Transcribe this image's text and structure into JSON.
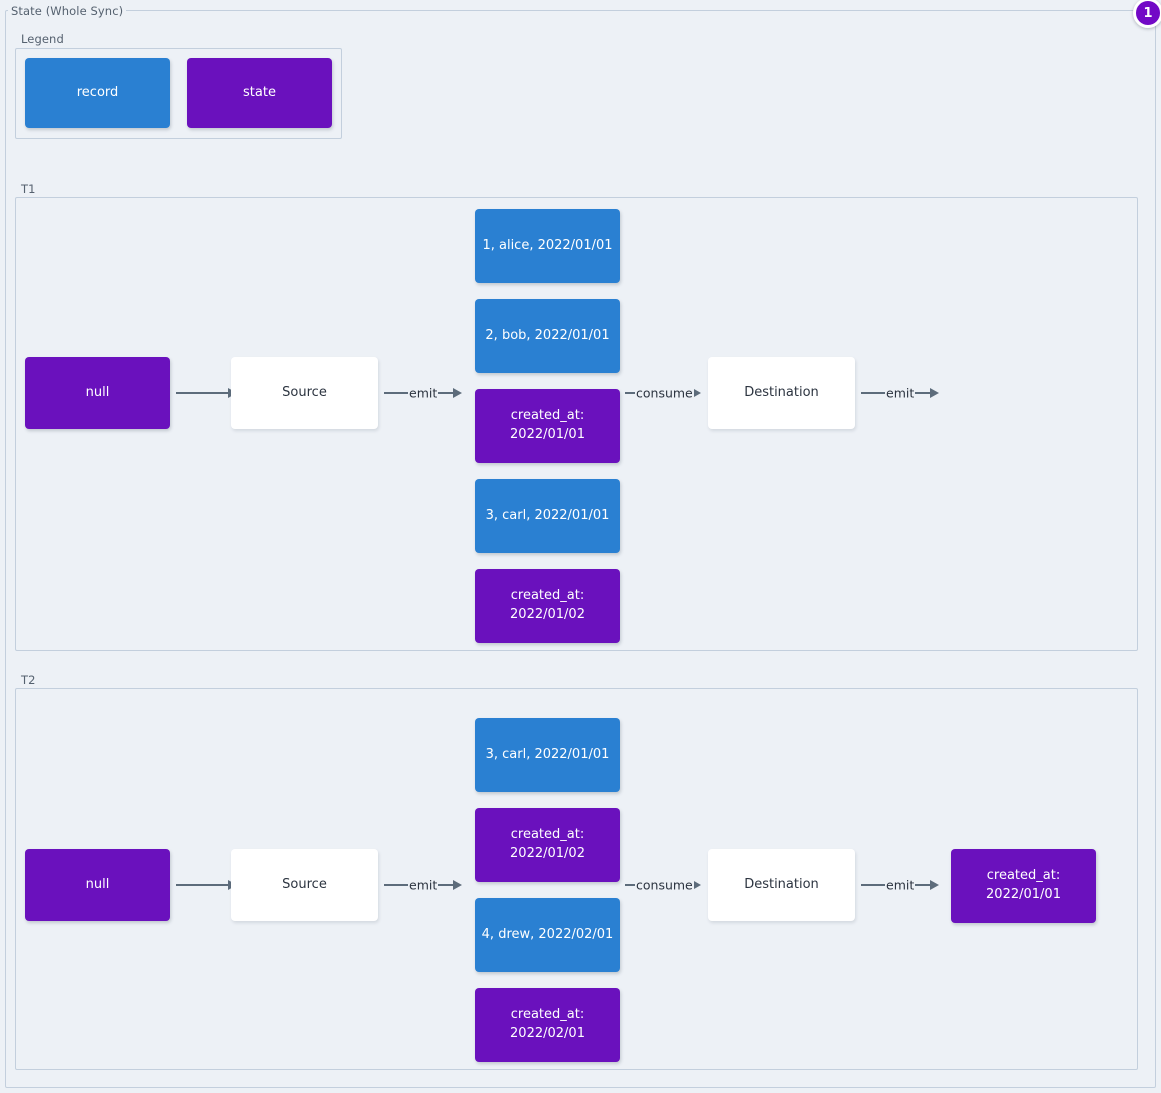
{
  "title": "State (Whole Sync)",
  "badge": {
    "count": "1"
  },
  "legend": {
    "label": "Legend",
    "items": [
      {
        "name": "record",
        "color": "#2a80d2"
      },
      {
        "name": "state",
        "color": "#6a11bd"
      }
    ]
  },
  "colors": {
    "record": "#2a80d2",
    "state": "#6a11bd",
    "background": "#edf1f6",
    "border": "#c3cfdd",
    "edge": "#5d6c7b",
    "text_dark": "#2c3440",
    "badge": "#7209c6"
  },
  "groups": [
    {
      "label": "T1",
      "start_state": "null",
      "source": "Source",
      "destination": "Destination",
      "edges": {
        "start_to_source": "",
        "emit": "emit",
        "consume": "consume",
        "out": "emit"
      },
      "stream": [
        {
          "kind": "record",
          "text": "1, alice, 2022/01/01"
        },
        {
          "kind": "record",
          "text": "2, bob, 2022/01/01"
        },
        {
          "kind": "state",
          "text": "created_at:\n2022/01/01"
        },
        {
          "kind": "record",
          "text": "3, carl, 2022/01/01"
        },
        {
          "kind": "state",
          "text": "created_at:\n2022/01/02"
        }
      ],
      "output": null
    },
    {
      "label": "T2",
      "start_state": "null",
      "source": "Source",
      "destination": "Destination",
      "edges": {
        "start_to_source": "",
        "emit": "emit",
        "consume": "consume",
        "out": "emit"
      },
      "stream": [
        {
          "kind": "record",
          "text": "3, carl, 2022/01/01"
        },
        {
          "kind": "state",
          "text": "created_at:\n2022/01/02"
        },
        {
          "kind": "record",
          "text": "4, drew, 2022/02/01"
        },
        {
          "kind": "state",
          "text": "created_at:\n2022/02/01"
        }
      ],
      "output": {
        "kind": "state",
        "text": "created_at:\n2022/01/01"
      }
    }
  ]
}
